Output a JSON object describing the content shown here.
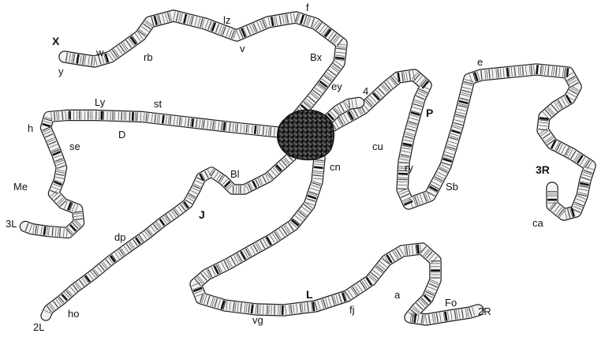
{
  "colors": {
    "arm_fill": "#f2f2f2",
    "arm_outline": "#1c1c1c",
    "band": "#4a4a4a",
    "dark_band": "#111111",
    "chromocenter": "#222222"
  },
  "labels": {
    "X": "X",
    "y": "y",
    "w": "w",
    "rb": "rb",
    "lz": "lz",
    "v": "v",
    "f": "f",
    "Bx": "Bx",
    "ey": "ey",
    "four": "4",
    "e": "e",
    "Ly": "Ly",
    "st": "st",
    "D": "D",
    "h": "h",
    "se": "se",
    "Me": "Me",
    "threeL": "3L",
    "P": "P",
    "cu": "cu",
    "ry": "ry",
    "Sb": "Sb",
    "threeR": "3R",
    "ca": "ca",
    "Bl": "Bl",
    "cn": "cn",
    "J": "J",
    "dp": "dp",
    "twoL": "2L",
    "ho": "ho",
    "L": "L",
    "vg": "vg",
    "fj": "fj",
    "a": "a",
    "Fo": "Fo",
    "twoR": "2R"
  }
}
